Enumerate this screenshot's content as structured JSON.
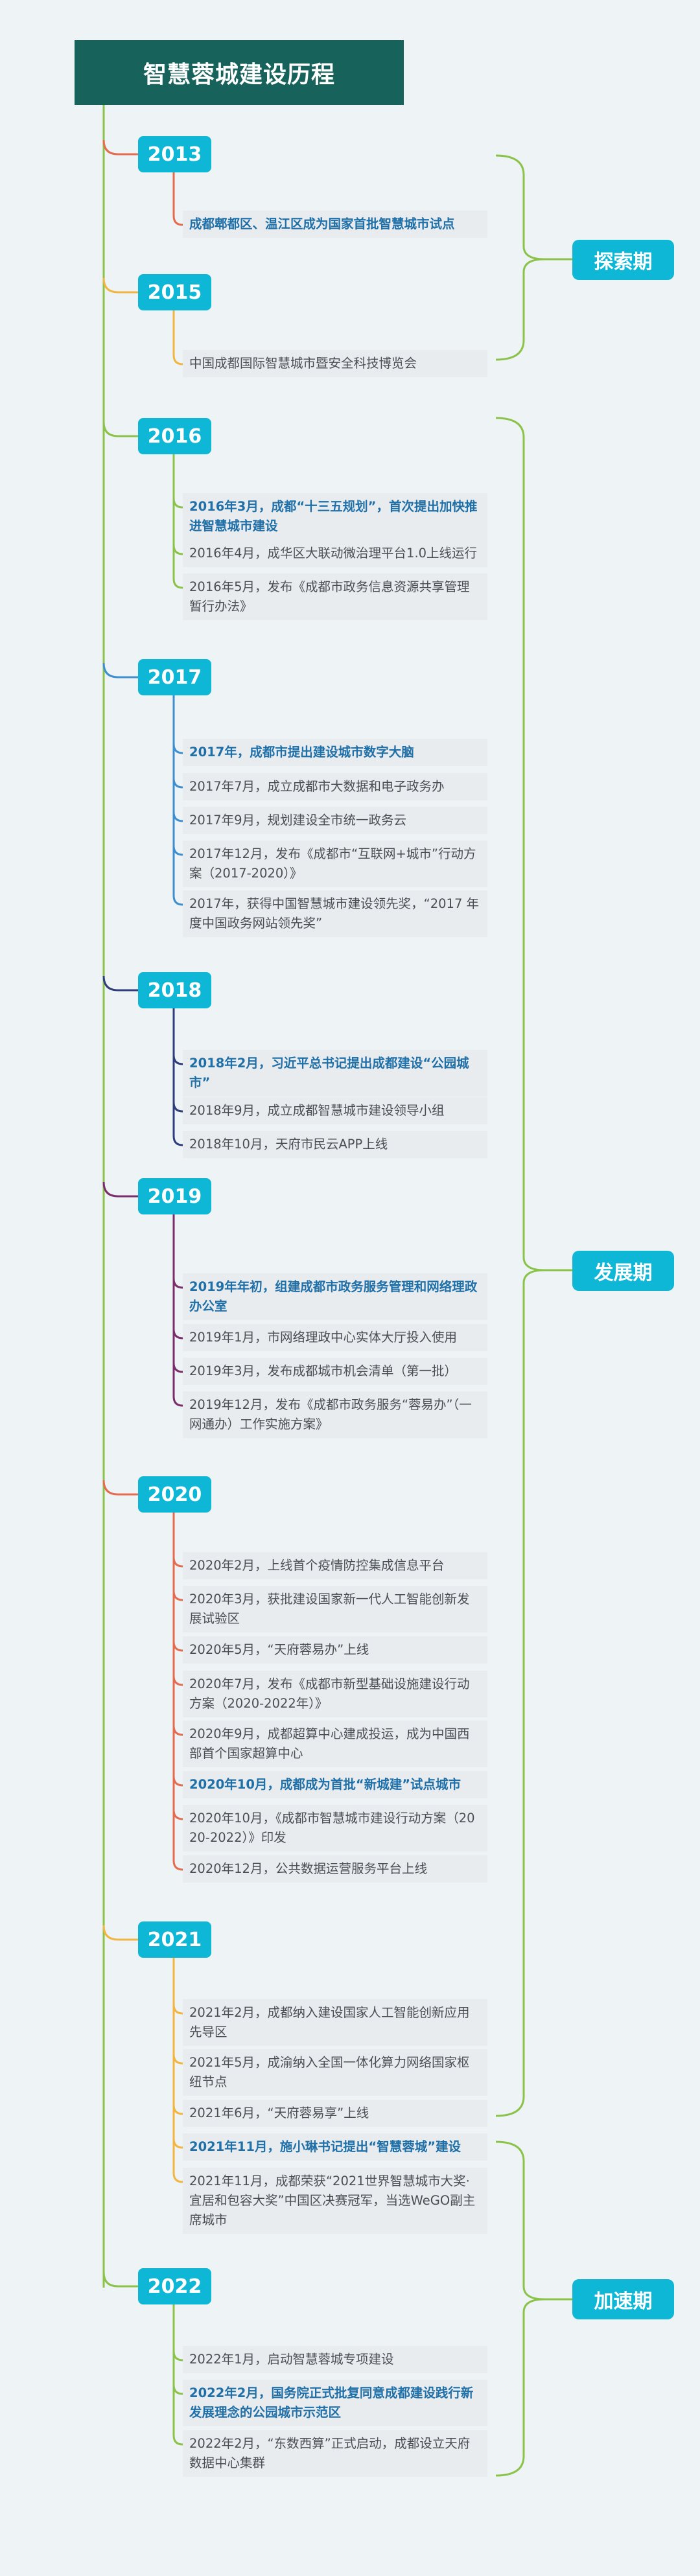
{
  "title": "智慧蓉城建设历程",
  "phases": [
    {
      "label": "探索期"
    },
    {
      "label": "发展期"
    },
    {
      "label": "加速期"
    }
  ],
  "years": [
    {
      "year": "2013",
      "color": "#e56b4f",
      "events": [
        {
          "text": "成都郫都区、温江区成为国家首批智慧城市试点",
          "bold": true
        }
      ]
    },
    {
      "year": "2015",
      "color": "#f2b640",
      "events": [
        {
          "text": "中国成都国际智慧城市暨安全科技博览会",
          "bold": false
        }
      ]
    },
    {
      "year": "2016",
      "color": "#8bc34a",
      "events": [
        {
          "text": "2016年3月，成都“十三五规划”，首次提出加快推进智慧城市建设",
          "bold": true
        },
        {
          "text": "2016年4月，成华区大联动微治理平台1.0上线运行",
          "bold": false
        },
        {
          "text": "2016年5月，发布《成都市政务信息资源共享管理暂行办法》",
          "bold": false
        }
      ]
    },
    {
      "year": "2017",
      "color": "#3f8fd0",
      "events": [
        {
          "text": "2017年，成都市提出建设城市数字大脑",
          "bold": true
        },
        {
          "text": "2017年7月，成立成都市大数据和电子政务办",
          "bold": false
        },
        {
          "text": "2017年9月，规划建设全市统一政务云",
          "bold": false
        },
        {
          "text": "2017年12月，发布《成都市“互联网+城市”行动方案（2017-2020）》",
          "bold": false
        },
        {
          "text": "2017年，获得中国智慧城市建设领先奖，“2017 年度中国政务网站领先奖”",
          "bold": false
        }
      ]
    },
    {
      "year": "2018",
      "color": "#2f3d7a",
      "events": [
        {
          "text": "2018年2月，习近平总书记提出成都建设“公园城市”",
          "bold": true
        },
        {
          "text": "2018年9月，成立成都智慧城市建设领导小组",
          "bold": false
        },
        {
          "text": "2018年10月，天府市民云APP上线",
          "bold": false
        }
      ]
    },
    {
      "year": "2019",
      "color": "#7b2d6b",
      "events": [
        {
          "text": "2019年年初，组建成都市政务服务管理和网络理政办公室",
          "bold": true
        },
        {
          "text": "2019年1月，市网络理政中心实体大厅投入使用",
          "bold": false
        },
        {
          "text": "2019年3月，发布成都城市机会清单（第一批）",
          "bold": false
        },
        {
          "text": "2019年12月，发布《成都市政务服务“蓉易办”（一网通办）工作实施方案》",
          "bold": false
        }
      ]
    },
    {
      "year": "2020",
      "color": "#e56b4f",
      "events": [
        {
          "text": "2020年2月，上线首个疫情防控集成信息平台",
          "bold": false
        },
        {
          "text": "2020年3月，获批建设国家新一代人工智能创新发展试验区",
          "bold": false
        },
        {
          "text": "2020年5月，“天府蓉易办”上线",
          "bold": false
        },
        {
          "text": "2020年7月，发布《成都市新型基础设施建设行动方案（2020-2022年）》",
          "bold": false
        },
        {
          "text": "2020年9月，成都超算中心建成投运，成为中国西部首个国家超算中心",
          "bold": false
        },
        {
          "text": "2020年10月，成都成为首批“新城建”试点城市",
          "bold": true
        },
        {
          "text": "2020年10月，《成都市智慧城市建设行动方案（2020-2022）》印发",
          "bold": false
        },
        {
          "text": "2020年12月，公共数据运营服务平台上线",
          "bold": false
        }
      ]
    },
    {
      "year": "2021",
      "color": "#f2b640",
      "events": [
        {
          "text": "2021年2月，成都纳入建设国家人工智能创新应用先导区",
          "bold": false
        },
        {
          "text": "2021年5月，成渝纳入全国一体化算力网络国家枢纽节点",
          "bold": false
        },
        {
          "text": "2021年6月，“天府蓉易享”上线",
          "bold": false
        },
        {
          "text": "2021年11月，施小琳书记提出“智慧蓉城”建设",
          "bold": true
        },
        {
          "text": "2021年11月，成都荣获“2021世界智慧城市大奖·宜居和包容大奖”中国区决赛冠军，当选WeGO副主席城市",
          "bold": false
        }
      ]
    },
    {
      "year": "2022",
      "color": "#8bc34a",
      "events": [
        {
          "text": "2022年1月，启动智慧蓉城专项建设",
          "bold": false
        },
        {
          "text": "2022年2月，国务院正式批复同意成都建设践行新发展理念的公园城市示范区",
          "bold": true
        },
        {
          "text": "2022年2月，“东数西算”正式启动，成都设立天府数据中心集群",
          "bold": false
        }
      ]
    }
  ]
}
